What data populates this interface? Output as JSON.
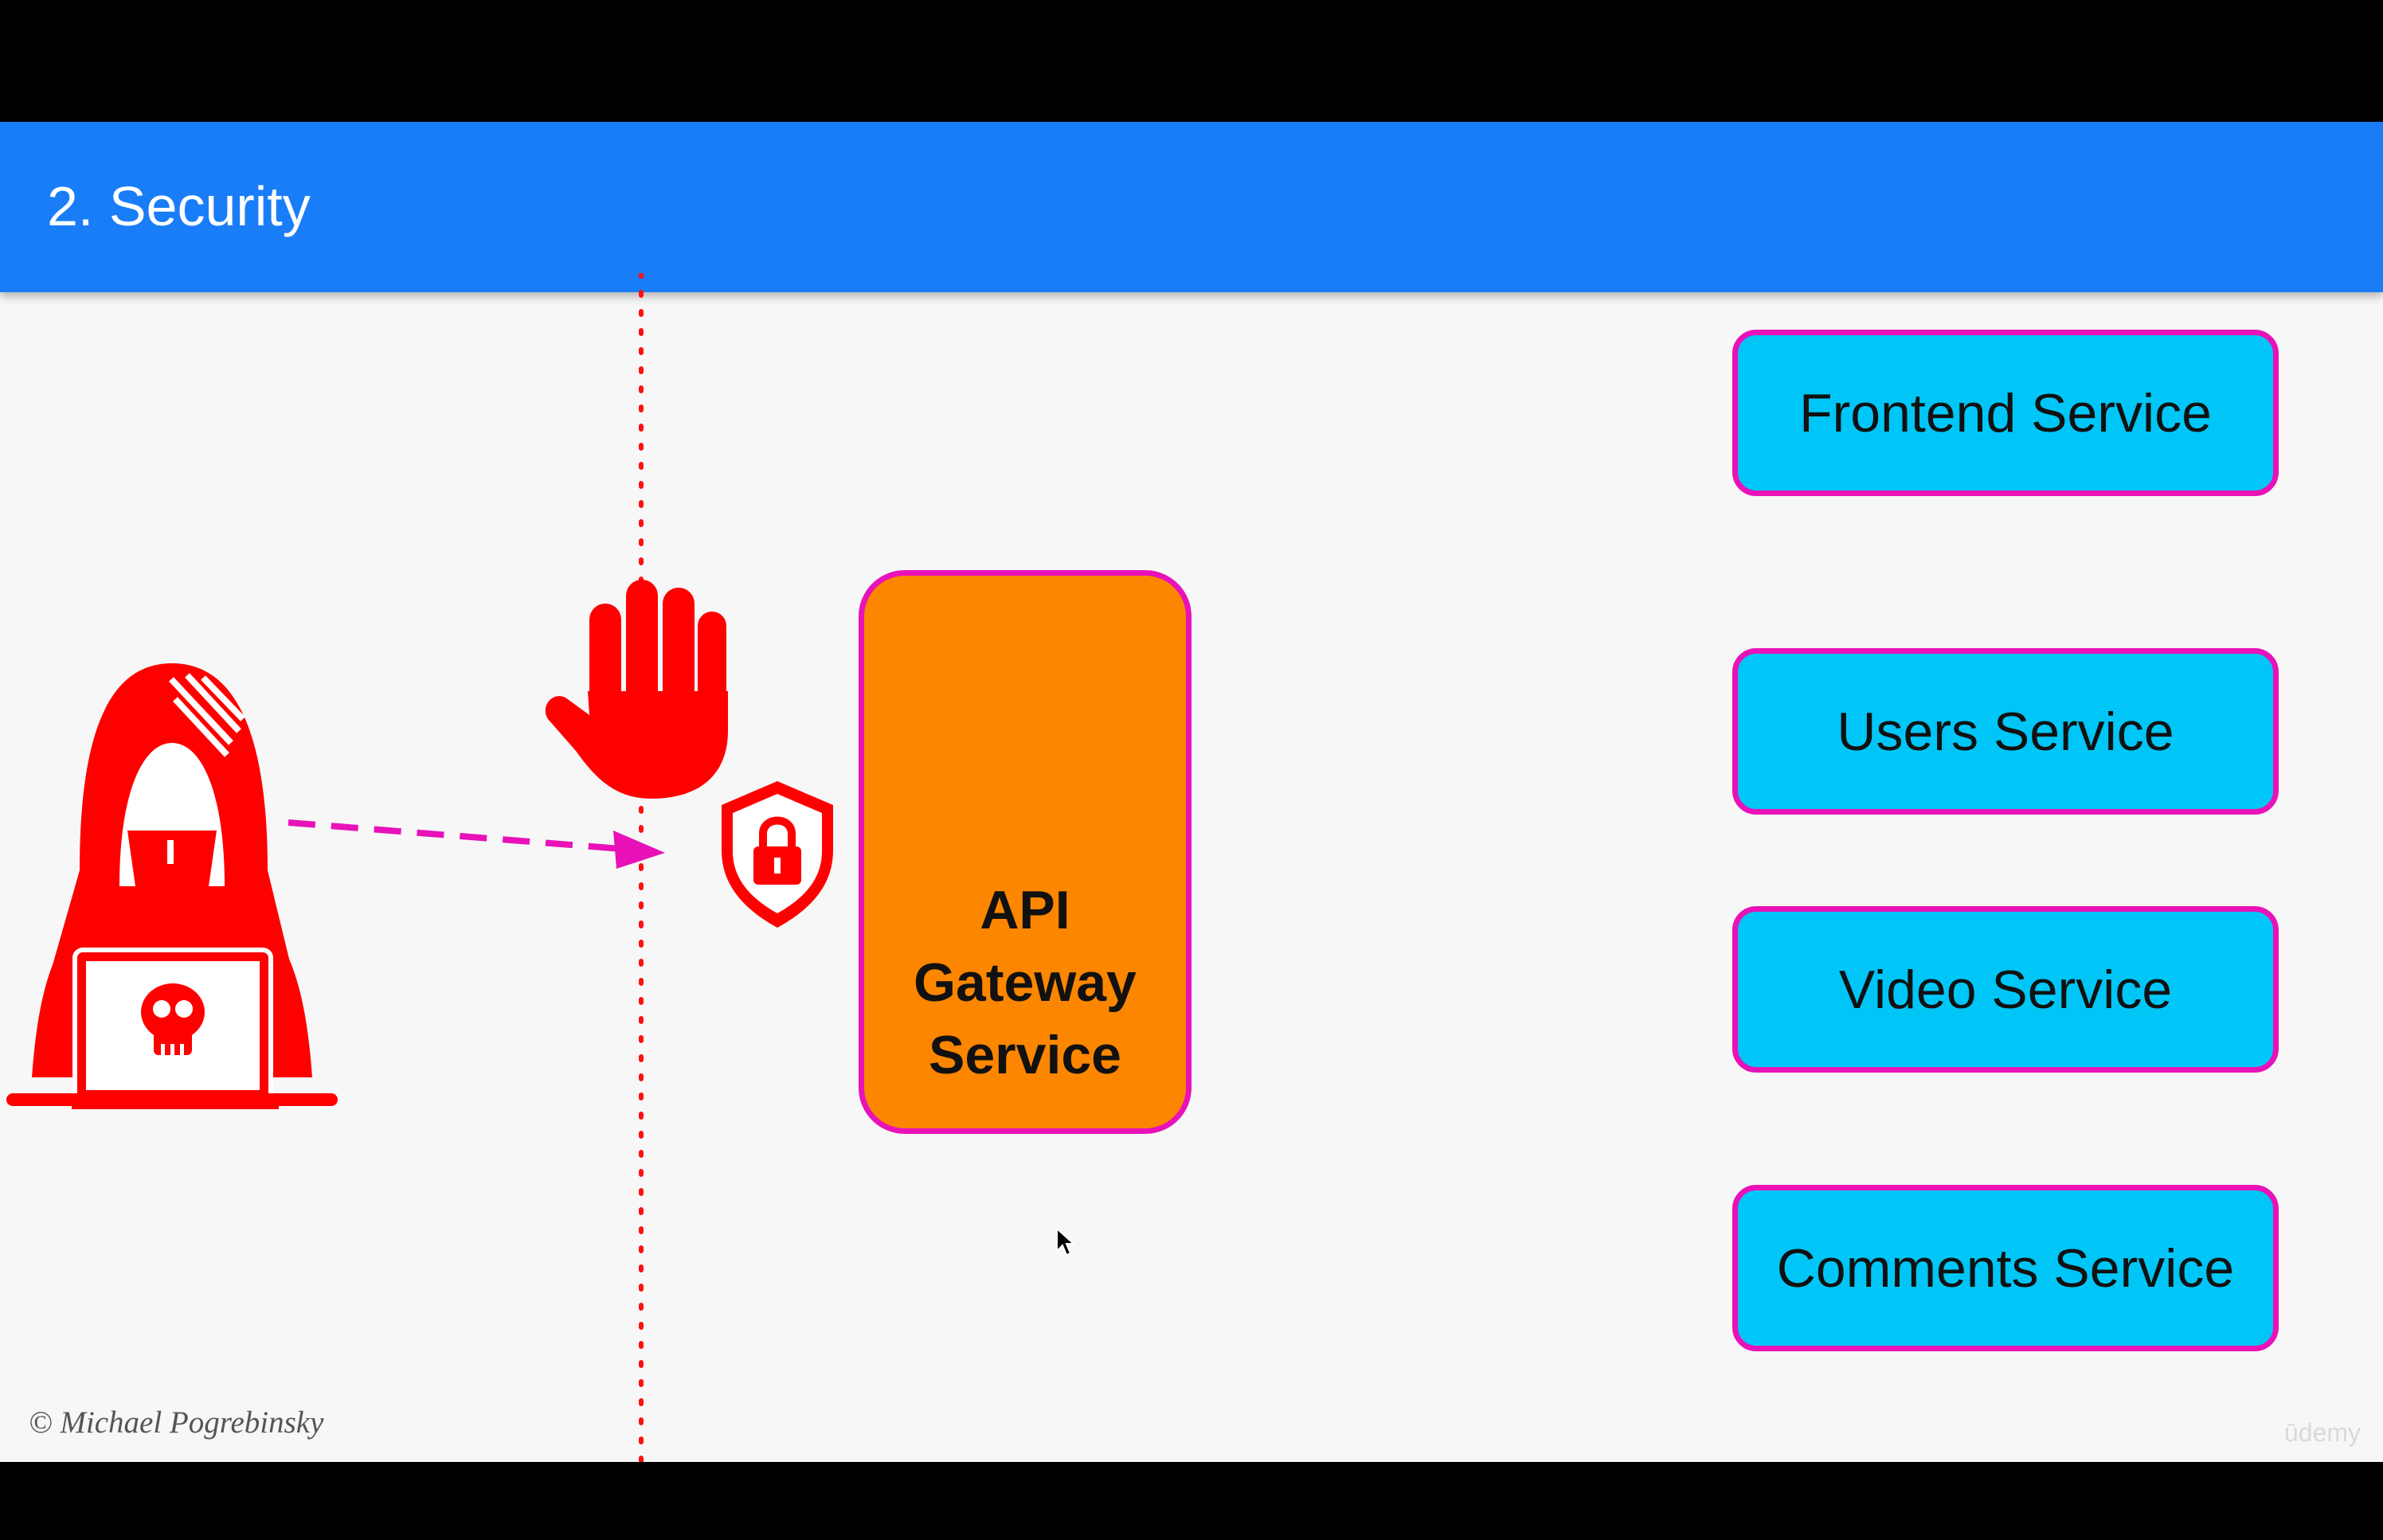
{
  "slide": {
    "title": "2. Security",
    "copyright": "© Michael Pogrebinsky",
    "watermark": "ūdemy"
  },
  "gateway": {
    "label": "API\nGateway\nService"
  },
  "services": [
    {
      "label": "Frontend Service"
    },
    {
      "label": "Users Service"
    },
    {
      "label": "Video Service"
    },
    {
      "label": "Comments Service"
    }
  ],
  "icons": {
    "attacker": "hooded-hacker-icon",
    "stop": "stop-hand-icon",
    "shield": "shield-lock-icon",
    "cursor": "mouse-cursor-icon"
  },
  "colors": {
    "title_bar": "#1a7df8",
    "slide_bg": "#f7f7f7",
    "service_fill": "#00c6f7",
    "service_border": "#e812b8",
    "gateway_fill": "#fc8600",
    "threat_red": "#ff0000",
    "arrow_magenta": "#e812b8"
  }
}
